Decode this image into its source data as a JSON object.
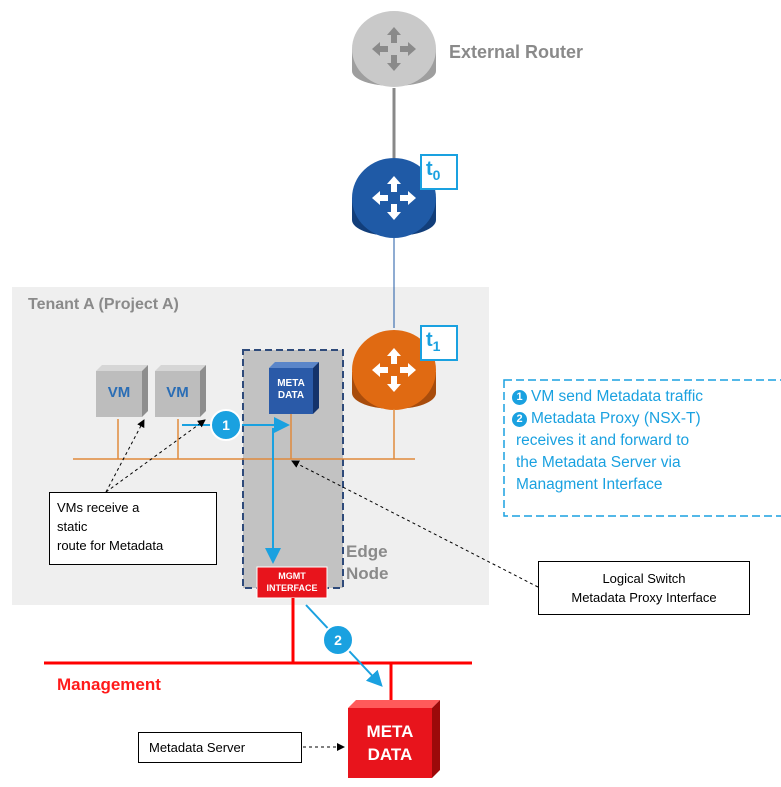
{
  "external_router": {
    "label": "External Router"
  },
  "t0": {
    "label": "t",
    "sub": "0"
  },
  "t1": {
    "label": "t",
    "sub": "1"
  },
  "tenant": {
    "label": "Tenant A (Project A)"
  },
  "vms": [
    {
      "label": "VM"
    },
    {
      "label": "VM"
    }
  ],
  "metadata_proxy": {
    "line1": "META",
    "line2": "DATA"
  },
  "edge_node": {
    "line1": "Edge",
    "line2": "Node"
  },
  "mgmt_interface": {
    "line1": "MGMT",
    "line2": "INTERFACE"
  },
  "management": {
    "label": "Management"
  },
  "metadata_server": {
    "line1": "META",
    "line2": "DATA"
  },
  "steps": {
    "step1": "1",
    "step2": "2"
  },
  "callouts": {
    "vms_route": {
      "line1": "VMs receive a",
      "line2": "static",
      "line3": "route for Metadata"
    },
    "logical_switch": {
      "line1": "Logical Switch",
      "line2": "Metadata Proxy Interface"
    },
    "metadata_server": "Metadata Server"
  },
  "legend": {
    "item1_num": "1",
    "item1_text": "VM send Metadata traffic",
    "item2_num": "2",
    "item2_text": "Metadata Proxy (NSX-T)",
    "line3": "receives it and forward to",
    "line4": "the Metadata Server via",
    "line5": "Managment Interface"
  },
  "colors": {
    "accent_blue": "#1aa1e0",
    "router_t0": "#1f5aa6",
    "router_t1": "#e06a12",
    "management_red": "#ff0000",
    "segment_orange": "#e08a3c"
  }
}
